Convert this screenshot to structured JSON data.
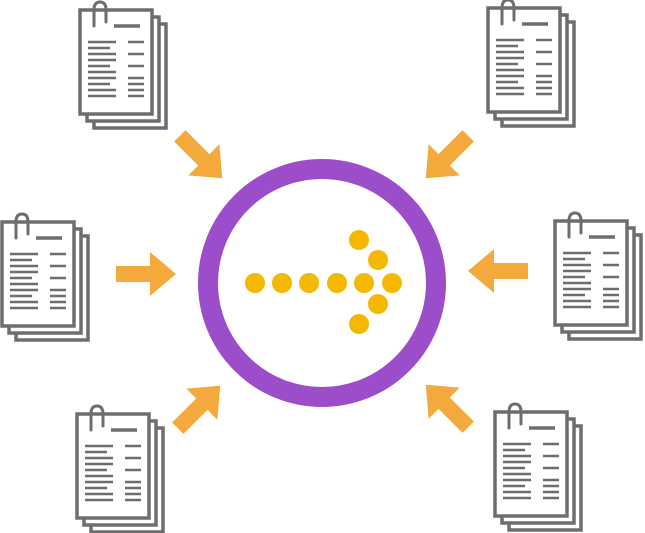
{
  "diagram": {
    "colors": {
      "background": "#ffffff",
      "document_stroke": "#6d6d6d",
      "document_fill": "#ffffff",
      "arrow": "#f4a93d",
      "ring": "#9b4dca",
      "dots": "#f5b800"
    },
    "documents": [
      {
        "id": "top-left",
        "icon": "document-stack-icon"
      },
      {
        "id": "top-right",
        "icon": "document-stack-icon"
      },
      {
        "id": "middle-left",
        "icon": "document-stack-icon"
      },
      {
        "id": "middle-right",
        "icon": "document-stack-icon"
      },
      {
        "id": "bottom-left",
        "icon": "document-stack-icon"
      },
      {
        "id": "bottom-right",
        "icon": "document-stack-icon"
      }
    ],
    "arrows": [
      {
        "id": "from-top-left",
        "icon": "arrow-icon"
      },
      {
        "id": "from-top-right",
        "icon": "arrow-icon"
      },
      {
        "id": "from-middle-left",
        "icon": "arrow-icon"
      },
      {
        "id": "from-middle-right",
        "icon": "arrow-icon"
      },
      {
        "id": "from-bottom-left",
        "icon": "arrow-icon"
      },
      {
        "id": "from-bottom-right",
        "icon": "arrow-icon"
      }
    ],
    "center": {
      "ring_icon": "ring-icon",
      "dotted_arrow_icon": "dotted-arrow-icon"
    }
  }
}
